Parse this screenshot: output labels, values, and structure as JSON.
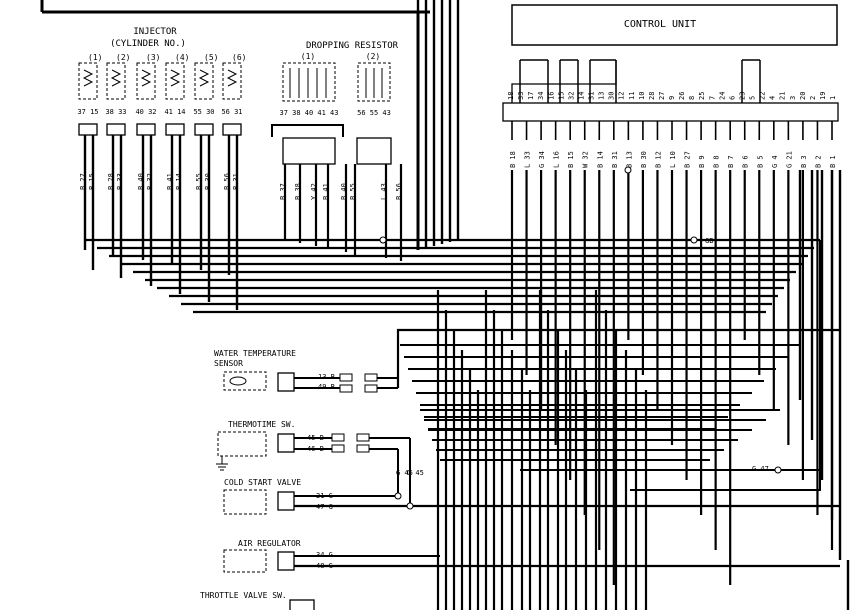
{
  "control_unit": {
    "title": "CONTROL UNIT",
    "top_pins": [
      "18",
      "33",
      "17",
      "34",
      "16",
      "15",
      "32",
      "14",
      "31",
      "13",
      "30",
      "12",
      "11",
      "10",
      "28",
      "27",
      "9",
      "26",
      "8",
      "25",
      "7",
      "24",
      "6",
      "23",
      "5",
      "22",
      "4",
      "21",
      "3",
      "20",
      "2",
      "19",
      "1"
    ],
    "wire_labels": [
      "B 18",
      "L 33",
      "G 34",
      "L 16",
      "B 15",
      "W 32",
      "B 14",
      "B 31",
      "B 13",
      "B 30",
      "B 12",
      "L 10",
      "B 27",
      "B 9",
      "B 8",
      "B 7",
      "B 6",
      "B 5",
      "G 4",
      "G 21",
      "B 3",
      "B 2",
      "B 1"
    ]
  },
  "injector": {
    "title": "INJECTOR",
    "subtitle": "(CYLINDER NO.)",
    "cylinders": [
      "(1)",
      "(2)",
      "(3)",
      "(4)",
      "(5)",
      "(6)"
    ],
    "pins": [
      "37 15",
      "38 33",
      "40 32",
      "41 14",
      "55 30",
      "56 31"
    ],
    "wires": [
      "B 27",
      "B 15",
      "B 28",
      "B 33",
      "B 40",
      "B 32",
      "B 41",
      "B 14",
      "B 55",
      "B 30",
      "B 56",
      "B 31"
    ]
  },
  "dropping_resistor": {
    "title": "DROPPING RESISTOR",
    "units": [
      "(1)",
      "(2)"
    ],
    "pins_1": "37 38 40 41 43",
    "pins_2": "56 55 43",
    "wires": [
      "B 37",
      "B 38",
      "Y 42",
      "B 41",
      "B 40",
      "B 55",
      "L 43",
      "B 56"
    ]
  },
  "water_temp_sensor": {
    "title": "WATER TEMPERATURE",
    "title2": "SENSOR",
    "wires": [
      "13 B",
      "49 B"
    ]
  },
  "thermotime_sw": {
    "title": "THERMOTIME SW.",
    "wires": [
      "45 B",
      "46 B"
    ]
  },
  "cold_start_valve": {
    "title": "COLD START VALVE",
    "wires": [
      "21 G",
      "47 G"
    ],
    "junction": [
      "G 46",
      "G 45"
    ]
  },
  "air_regulator": {
    "title": "AIR REGULATOR",
    "wires": [
      "34 G",
      "48 G"
    ]
  },
  "throttle_valve_sw": {
    "title": "THROTTLE VALVE SW."
  },
  "misc_labels": {
    "g47": "G 47",
    "gb": "GB"
  }
}
